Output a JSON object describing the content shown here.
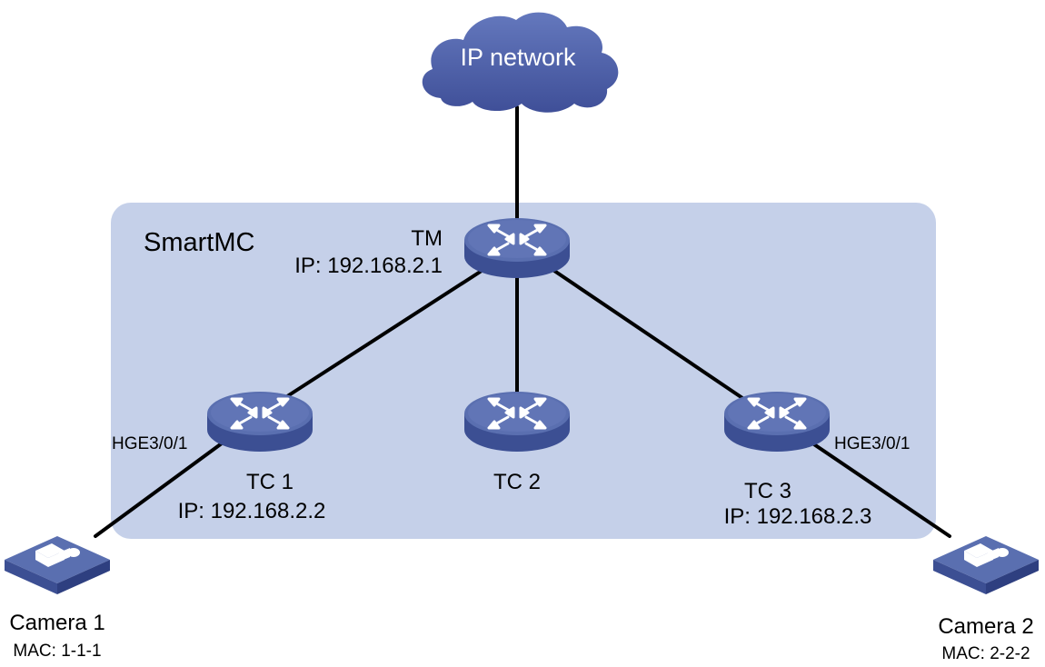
{
  "diagram": {
    "cloud": {
      "label": "IP network"
    },
    "group": {
      "label": "SmartMC"
    },
    "tm": {
      "name": "TM",
      "ip": "IP: 192.168.2.1"
    },
    "tc1": {
      "name": "TC 1",
      "ip": "IP: 192.168.2.2",
      "port": "HGE3/0/1"
    },
    "tc2": {
      "name": "TC 2"
    },
    "tc3": {
      "name": "TC 3",
      "ip": "IP: 192.168.2.3",
      "port": "HGE3/0/1"
    },
    "camera1": {
      "name": "Camera 1",
      "mac": "MAC: 1-1-1"
    },
    "camera2": {
      "name": "Camera 2",
      "mac": "MAC: 2-2-2"
    },
    "icons": [
      "cloud-icon",
      "switch-icon",
      "camera-icon"
    ],
    "colors": {
      "group_fill": "#c5d0e9",
      "device_top": "#5a6fb0",
      "device_side": "#3c4f93",
      "cloud": "#4a5ca6",
      "link": "#000000"
    }
  }
}
